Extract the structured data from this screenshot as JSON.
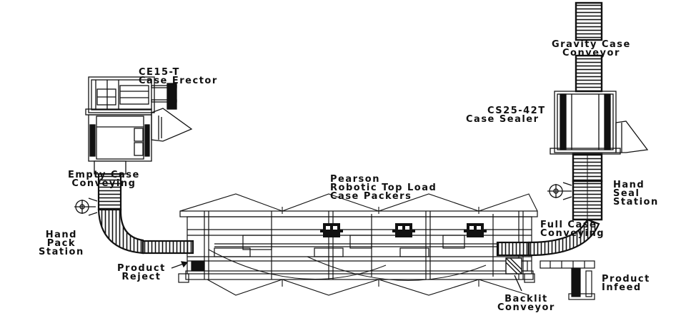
{
  "labels": {
    "case_erector": [
      "CE15-T",
      "Case Erector"
    ],
    "empty_case_conveying": [
      "Empty Case",
      "Conveying"
    ],
    "hand_pack_station": [
      "Hand",
      "Pack",
      "Station"
    ],
    "product_reject": [
      "Product",
      "Reject"
    ],
    "robotic_case_packers": [
      "Pearson",
      "Robotic Top Load",
      "Case Packers"
    ],
    "gravity_case_conveyor": [
      "Gravity Case",
      "Conveyor"
    ],
    "case_sealer": [
      "CS25-42T",
      "Case Sealer"
    ],
    "hand_seal_station": [
      "Hand",
      "Seal",
      "Station"
    ],
    "full_case_conveying": [
      "Full Case",
      "Conveying"
    ],
    "product_infeed": [
      "Product",
      "Infeed"
    ],
    "backlit_conveyor": [
      "Backlit",
      "Conveyor"
    ]
  },
  "colors": {
    "line": "#111111",
    "background": "#ffffff"
  }
}
